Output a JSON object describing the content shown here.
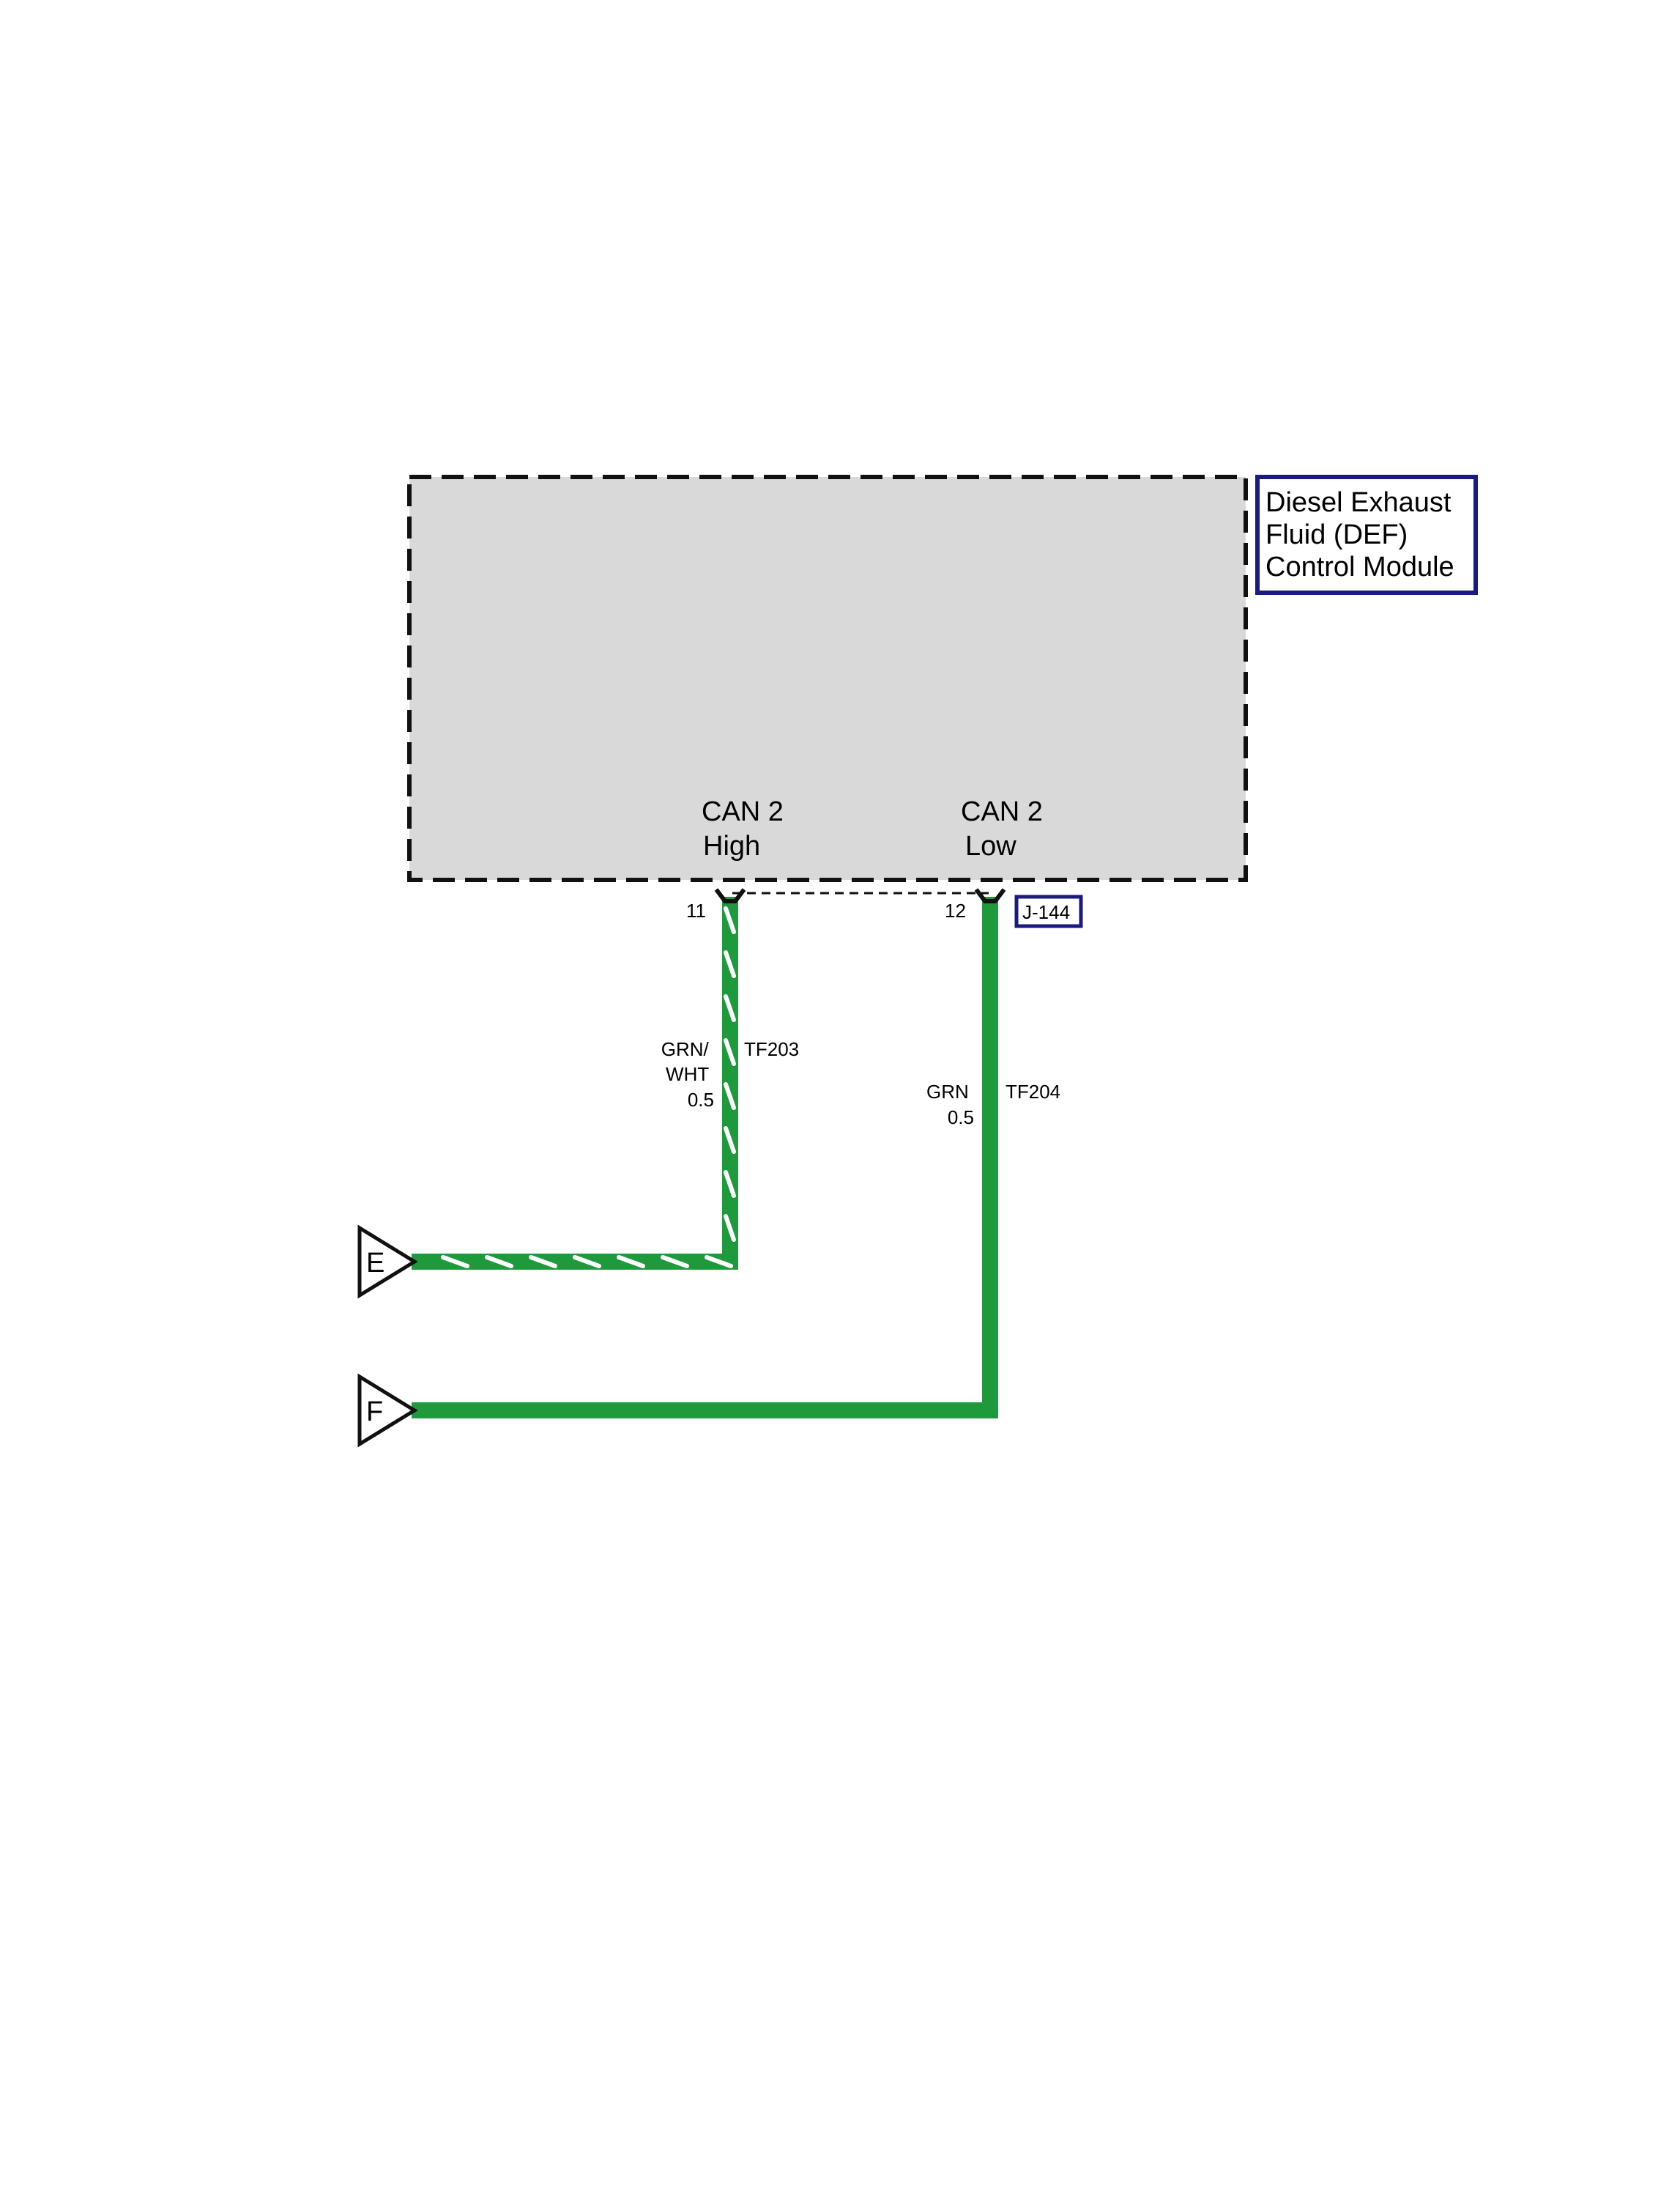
{
  "module": {
    "name_lines": [
      "Diesel Exhaust",
      "Fluid (DEF)",
      "Control Module"
    ],
    "connector_id": "J-144",
    "colors": {
      "body_fill": "#d9d9d9",
      "border": "#111111",
      "label_border": "#1a1a80"
    }
  },
  "pins": [
    {
      "signal_line1": "CAN 2",
      "signal_line2": "High",
      "pin_number": "11"
    },
    {
      "signal_line1": "CAN 2",
      "signal_line2": "Low",
      "pin_number": "12"
    }
  ],
  "wires": [
    {
      "color_lines": [
        "GRN/",
        "WHT"
      ],
      "gauge": "0.5",
      "circuit": "TF203",
      "stripe": "white",
      "color_hex": "#1e9a3c"
    },
    {
      "color_lines": [
        "GRN"
      ],
      "gauge": "0.5",
      "circuit": "TF204",
      "stripe": "none",
      "color_hex": "#1e9a3c"
    }
  ],
  "connectors": [
    {
      "label": "E"
    },
    {
      "label": "F"
    }
  ]
}
